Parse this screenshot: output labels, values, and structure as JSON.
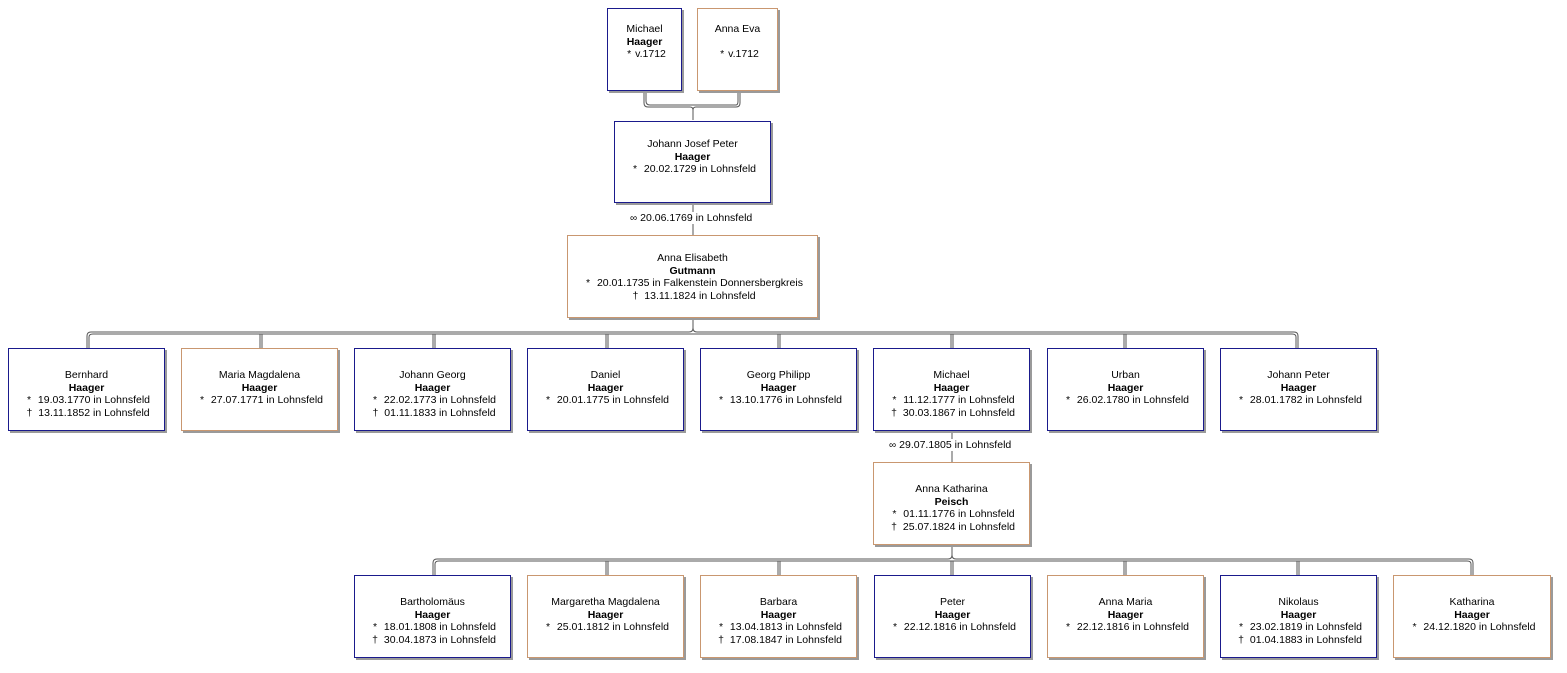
{
  "persons": {
    "p_michael_sr": {
      "first": "Michael",
      "surname": "Haager",
      "events": [
        {
          "sym": "*",
          "text": "v.1712"
        }
      ]
    },
    "p_annaeva": {
      "first": "Anna Eva",
      "surname": "",
      "events": [
        {
          "sym": "*",
          "text": "v.1712"
        }
      ]
    },
    "p_johann": {
      "first": "Johann Josef Peter",
      "surname": "Haager",
      "events": [
        {
          "sym": "*",
          "text": "20.02.1729 in Lohnsfeld"
        }
      ]
    },
    "p_elisabeth": {
      "first": "Anna Elisabeth",
      "surname": "Gutmann",
      "events": [
        {
          "sym": "*",
          "text": "20.01.1735 in Falkenstein Donnersbergkreis"
        },
        {
          "sym": "†",
          "text": "13.11.1824 in Lohnsfeld"
        }
      ]
    },
    "c1": {
      "first": "Bernhard",
      "surname": "Haager",
      "events": [
        {
          "sym": "*",
          "text": "19.03.1770 in Lohnsfeld"
        },
        {
          "sym": "†",
          "text": "13.11.1852 in Lohnsfeld"
        }
      ]
    },
    "c2": {
      "first": "Maria Magdalena",
      "surname": "Haager",
      "events": [
        {
          "sym": "*",
          "text": "27.07.1771 in Lohnsfeld"
        }
      ]
    },
    "c3": {
      "first": "Johann Georg",
      "surname": "Haager",
      "events": [
        {
          "sym": "*",
          "text": "22.02.1773 in Lohnsfeld"
        },
        {
          "sym": "†",
          "text": "01.11.1833 in Lohnsfeld"
        }
      ]
    },
    "c4": {
      "first": "Daniel",
      "surname": "Haager",
      "events": [
        {
          "sym": "*",
          "text": "20.01.1775 in Lohnsfeld"
        }
      ]
    },
    "c5": {
      "first": "Georg Philipp",
      "surname": "Haager",
      "events": [
        {
          "sym": "*",
          "text": "13.10.1776 in Lohnsfeld"
        }
      ]
    },
    "c6": {
      "first": "Michael",
      "surname": "Haager",
      "events": [
        {
          "sym": "*",
          "text": "11.12.1777 in Lohnsfeld"
        },
        {
          "sym": "†",
          "text": "30.03.1867 in Lohnsfeld"
        }
      ]
    },
    "c7": {
      "first": "Urban",
      "surname": "Haager",
      "events": [
        {
          "sym": "*",
          "text": "26.02.1780 in Lohnsfeld"
        }
      ]
    },
    "c8": {
      "first": "Johann Peter",
      "surname": "Haager",
      "events": [
        {
          "sym": "*",
          "text": "28.01.1782 in Lohnsfeld"
        }
      ]
    },
    "p_katharina": {
      "first": "Anna Katharina",
      "surname": "Peisch",
      "events": [
        {
          "sym": "*",
          "text": "01.11.1776 in Lohnsfeld"
        },
        {
          "sym": "†",
          "text": "25.07.1824 in Lohnsfeld"
        }
      ]
    },
    "g1": {
      "first": "Bartholomäus",
      "surname": "Haager",
      "events": [
        {
          "sym": "*",
          "text": "18.01.1808 in Lohnsfeld"
        },
        {
          "sym": "†",
          "text": "30.04.1873 in Lohnsfeld"
        }
      ]
    },
    "g2": {
      "first": "Margaretha Magdalena",
      "surname": "Haager",
      "events": [
        {
          "sym": "*",
          "text": "25.01.1812 in Lohnsfeld"
        }
      ]
    },
    "g3": {
      "first": "Barbara",
      "surname": "Haager",
      "events": [
        {
          "sym": "*",
          "text": "13.04.1813 in Lohnsfeld"
        },
        {
          "sym": "†",
          "text": "17.08.1847 in Lohnsfeld"
        }
      ]
    },
    "g4": {
      "first": "Peter",
      "surname": "Haager",
      "events": [
        {
          "sym": "*",
          "text": "22.12.1816 in Lohnsfeld"
        }
      ]
    },
    "g5": {
      "first": "Anna Maria",
      "surname": "Haager",
      "events": [
        {
          "sym": "*",
          "text": "22.12.1816 in Lohnsfeld"
        }
      ]
    },
    "g6": {
      "first": "Nikolaus",
      "surname": "Haager",
      "events": [
        {
          "sym": "*",
          "text": "23.02.1819 in Lohnsfeld"
        },
        {
          "sym": "†",
          "text": "01.04.1883 in Lohnsfeld"
        }
      ]
    },
    "g7": {
      "first": "Katharina",
      "surname": "Haager",
      "events": [
        {
          "sym": "*",
          "text": "24.12.1820 in Lohnsfeld"
        }
      ]
    }
  },
  "marriages": {
    "m1": {
      "symbol": "∞",
      "text": "20.06.1769 in Lohnsfeld"
    },
    "m2": {
      "symbol": "∞",
      "text": "29.07.1805 in Lohnsfeld"
    }
  },
  "colors": {
    "male_border": "#1a1a8c",
    "female_border": "#c99770",
    "line": "#555555"
  }
}
